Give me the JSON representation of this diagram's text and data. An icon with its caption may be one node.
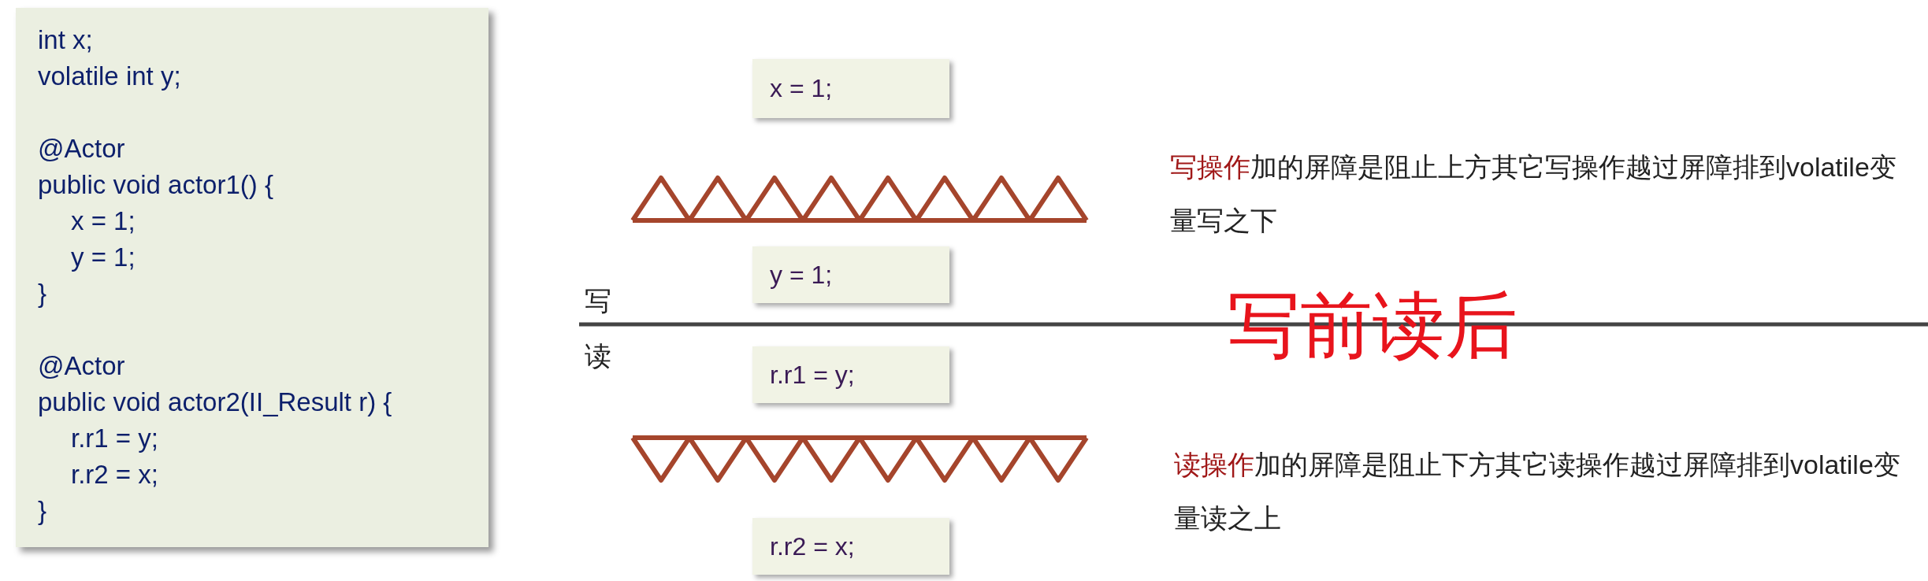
{
  "diagram": {
    "nodes": [
      {
        "text": [
          "int x;",
          "volatile int y;",
          "@Actor",
          "public void actor1() {",
          "x = 1;",
          "y = 1;",
          "}",
          "@Actor",
          "public void actor2(II_Result r) {",
          "r.r1 = y;",
          "r.r2 = x;",
          "}"
        ]
      },
      {
        "text": [
          "x = 1;"
        ]
      },
      {
        "text": [
          "y = 1;"
        ]
      },
      {
        "text": [
          "r.r1 = y;"
        ]
      },
      {
        "text": [
          "r.r2 = x;"
        ]
      }
    ],
    "labels": [
      "**写操作**加的屏障是阻止上方其它写操作越过屏障排到volatile变量写之下",
      "写",
      "写前读后",
      "读",
      "**读操作**加的屏障是阻止下方其它读操作越过屏障排到volatile变量读之上"
    ]
  }
}
